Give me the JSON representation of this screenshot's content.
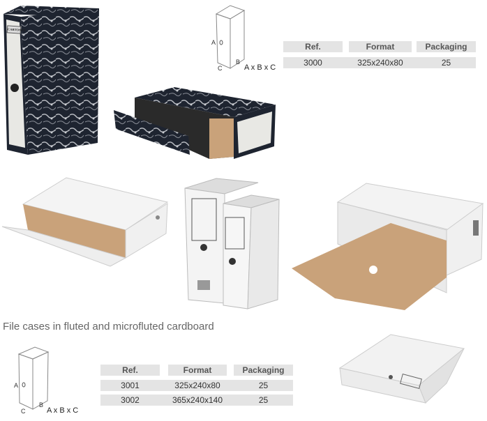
{
  "top_product": {
    "dimension_labels": {
      "a": "A",
      "b": "B",
      "c": "C",
      "formula": "A x B x C"
    },
    "table": {
      "headers": [
        "Ref.",
        "Format",
        "Packaging"
      ],
      "rows": [
        [
          "3000",
          "325x240x80",
          "25"
        ]
      ]
    },
    "box_brand": "CARTONEX"
  },
  "section": {
    "title": "File cases in fluted and microfluted cardboard",
    "dimension_labels": {
      "a": "A",
      "b": "B",
      "c": "C",
      "formula": "A x B x C"
    },
    "table": {
      "headers": [
        "Ref.",
        "Format",
        "Packaging"
      ],
      "rows": [
        [
          "3001",
          "325x240x80",
          "25"
        ],
        [
          "3002",
          "365x240x140",
          "25"
        ]
      ]
    }
  },
  "colors": {
    "table_bg": "#e4e4e4",
    "marble": "#1e2430",
    "kraft": "#c9a27a",
    "white_board": "#f2f2f2"
  }
}
